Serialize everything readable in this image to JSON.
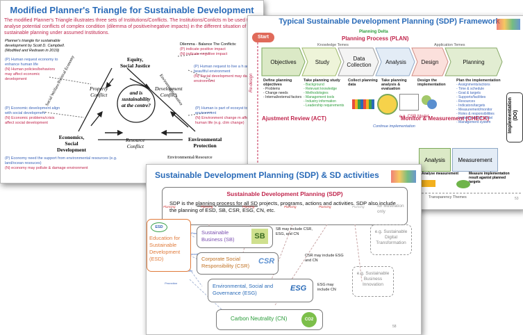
{
  "slide1": {
    "title": "Modified Planner's Triangle for Sustainable Development",
    "intro": "The modified Planner's Triangle illustrates three sets of Institutions/Conflicts. The Institutions/Conlicts m be used to analyse potential conflicts of complex condition (dilemma of positive/negative impacts) in the different situation of sustainable planning under assumed Institutions.",
    "credit": "Planner's triangle for sustainable development by Scott D. Campbell. (Modified and Redrawn in 2019)",
    "equity": "Equity,\nSocial Justice",
    "economics": "Economics,\nSocial\nDevelopment",
    "environmental": "Environmental\nProtection",
    "property_conflict": "Property\nConflict",
    "development_conflict": "Development\nConflict",
    "resource_conflict": "Resource\nConflict",
    "center": "and is\nsustainability\nat the centre?",
    "left_axis": "Social Welfare/Political Economy",
    "right_axis": "Environmental Justice",
    "bottom_axis": "Environmental/Resource",
    "dilemma_title": "Dilemma - Balance The Conflicts:",
    "dilemma_p": "(P) indicate positive impact",
    "dilemma_n": "(N) indicate negative impact",
    "left1_p": "(P) Human request economy to enhance human life",
    "left1_n": "(N) Human policies/behaviors may affect economic development",
    "left2_p": "(P) Economic development align with social development",
    "left2_n": "(N) Economic problems/crisis affect social development",
    "right1_p": "(P) Human request to live a h and beaufiful environment",
    "right1_n": "(N) Social development may damage environment",
    "right2_p": "(P) Human is part of ecosyst to sustain environment",
    "right2_n": "(N) Environment change m affect human life (e.g. clim change)",
    "bottom_p": "(P) Economy need the support from environmental resources (e.g. land/ocean resouces)",
    "bottom_n": "(N) economy may pollute & damage environment"
  },
  "slide2": {
    "title": "Typical Sustainable Development Planning (SDP) Framework",
    "start": "Start",
    "planning_delta": "Planning Delta",
    "planning_process": "Planning Process (PLAN)",
    "knowledge_temes": "Knowledge Temes",
    "application_temes": "Application Temes",
    "stages": [
      "Objectives",
      "Study",
      "Data\nCollection",
      "Analysis",
      "Design",
      "Planning"
    ],
    "re_design": "Re-design",
    "implementation": "Implementation\n(DO)",
    "band1_title": "Define planning objectives",
    "band1_items": "- Problems\n- Change needs\n- Internal/external factors",
    "band2_title": "Take planning study",
    "band2_items": "- Background\n- Relevant knowledge\n- Methodologies\n- Management tools\n- Industry information\n- Leadership requirements",
    "band3_title": "Collect planning data",
    "band4_title": "Take planning analysis & evaluation",
    "band5_title": "Design the implementation",
    "band6_title": "Plan the implementation",
    "band6_items": "- Assignments/actions\n- Time & schedule\n- Goal & targets\n- Supports/facilities\n- Resources\n- Indicators/targets\n- Measurement/monitor\n- Roles & responsibilities\n- Implementation Model\n- Management system",
    "csr_model": "e.g. CSR Model",
    "continue": "Continue implementation",
    "act": "Ajustment Review (ACT)",
    "check": "Monitor & Measurement (CHECK)",
    "analysis": "Analysis",
    "measurement": "Measurement",
    "analyse_measurement": "Analyse measurement",
    "measure_result": "Measure implementation result aganist planned targets",
    "transparency": "Transparency Themes",
    "page": "53"
  },
  "slide3": {
    "title": "Sustainable Development Planning (SDP) & SD activities",
    "sdp_title": "Sustainable Development Planning (SDP)",
    "sdp_text_pre": "SDP is the ",
    "sdp_text_u": "planning process for all SD",
    "sdp_text_post": " projects, programs, actions and activities. SDP also include the planning of ESD, SB, CSR, ESG, CN, etc.",
    "esd_logo": "ESD",
    "esd": "Education for Sustainable Development (ESD)",
    "sb": "Sustainable Business (SB)",
    "sb_logo": "SB",
    "sb_note": "SB may include CSR, ESG, and CN",
    "csr": "Corporate Social Responsibility (CSR)",
    "csr_logo": "CSR",
    "csr_note": "CSR may include ESG and CN",
    "esg": "Environmental, Social and Governance (ESG)",
    "esg_logo": "ESG",
    "esg_note": "ESG may include CN",
    "cn": "Carbon Neutrality (CN)",
    "cn_logo": "CO2",
    "illustration": "for illustration only",
    "digital": "e.g. Sustainable Digital Transformation",
    "innovation": "e.g. Sustainable Business Innovation",
    "planning_label": "Planning",
    "promotion_label": "Promotion",
    "page": "58"
  },
  "colors": {
    "title_blue": "#2a6bb8",
    "red": "#c0254c",
    "green": "#2a9c3a"
  }
}
